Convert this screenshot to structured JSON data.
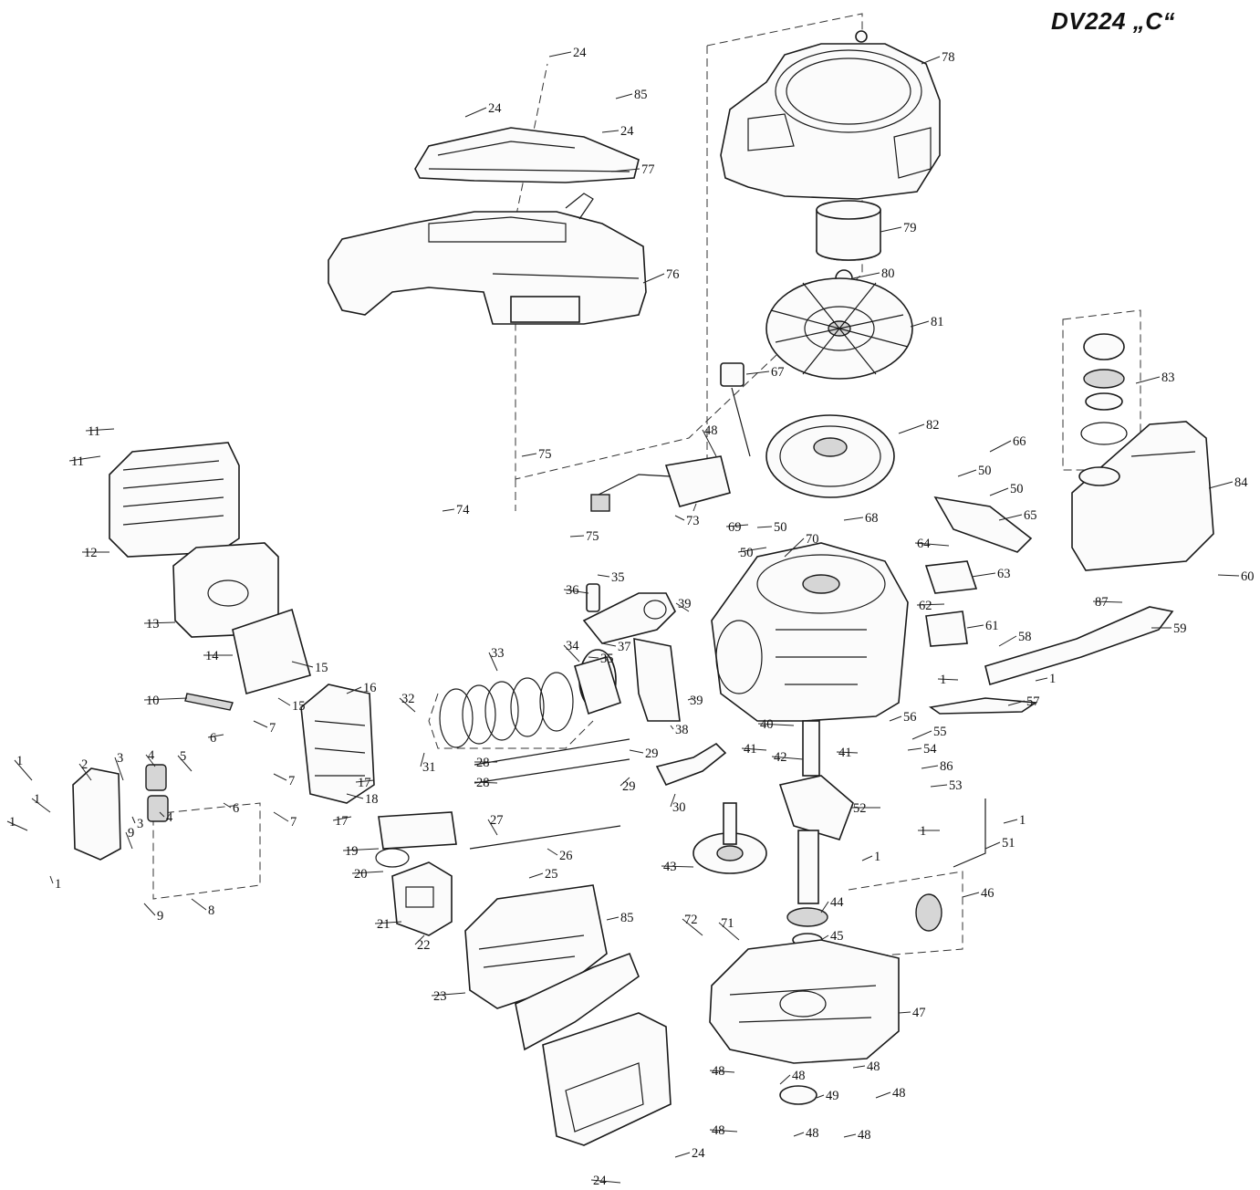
{
  "title": "DV224 „C“",
  "part_labels": [
    {
      "text": "24"
    },
    {
      "text": "85"
    },
    {
      "text": "24"
    },
    {
      "text": "24"
    },
    {
      "text": "77"
    },
    {
      "text": "76"
    },
    {
      "text": "78"
    },
    {
      "text": "79"
    },
    {
      "text": "80"
    },
    {
      "text": "81"
    },
    {
      "text": "67"
    },
    {
      "text": "82"
    },
    {
      "text": "83"
    },
    {
      "text": "84"
    },
    {
      "text": "66"
    },
    {
      "text": "50"
    },
    {
      "text": "50"
    },
    {
      "text": "65"
    },
    {
      "text": "68"
    },
    {
      "text": "69"
    },
    {
      "text": "50"
    },
    {
      "text": "50"
    },
    {
      "text": "64"
    },
    {
      "text": "63"
    },
    {
      "text": "60"
    },
    {
      "text": "62"
    },
    {
      "text": "61"
    },
    {
      "text": "87"
    },
    {
      "text": "59"
    },
    {
      "text": "58"
    },
    {
      "text": "1"
    },
    {
      "text": "1"
    },
    {
      "text": "57"
    },
    {
      "text": "56"
    },
    {
      "text": "55"
    },
    {
      "text": "54"
    },
    {
      "text": "86"
    },
    {
      "text": "53"
    },
    {
      "text": "52"
    },
    {
      "text": "1"
    },
    {
      "text": "1"
    },
    {
      "text": "51"
    },
    {
      "text": "1"
    },
    {
      "text": "46"
    },
    {
      "text": "47"
    },
    {
      "text": "48"
    },
    {
      "text": "48"
    },
    {
      "text": "48"
    },
    {
      "text": "49"
    },
    {
      "text": "48"
    },
    {
      "text": "48"
    },
    {
      "text": "48"
    },
    {
      "text": "48"
    },
    {
      "text": "24"
    },
    {
      "text": "24"
    },
    {
      "text": "72"
    },
    {
      "text": "71"
    },
    {
      "text": "44"
    },
    {
      "text": "45"
    },
    {
      "text": "43"
    },
    {
      "text": "40"
    },
    {
      "text": "41"
    },
    {
      "text": "42"
    },
    {
      "text": "41"
    },
    {
      "text": "70"
    },
    {
      "text": "39"
    },
    {
      "text": "39"
    },
    {
      "text": "38"
    },
    {
      "text": "35"
    },
    {
      "text": "36"
    },
    {
      "text": "37"
    },
    {
      "text": "35"
    },
    {
      "text": "34"
    },
    {
      "text": "33"
    },
    {
      "text": "32"
    },
    {
      "text": "31"
    },
    {
      "text": "28"
    },
    {
      "text": "29"
    },
    {
      "text": "28"
    },
    {
      "text": "29"
    },
    {
      "text": "30"
    },
    {
      "text": "27"
    },
    {
      "text": "26"
    },
    {
      "text": "25"
    },
    {
      "text": "85"
    },
    {
      "text": "23"
    },
    {
      "text": "21"
    },
    {
      "text": "22"
    },
    {
      "text": "20"
    },
    {
      "text": "19"
    },
    {
      "text": "17"
    },
    {
      "text": "18"
    },
    {
      "text": "17"
    },
    {
      "text": "16"
    },
    {
      "text": "15"
    },
    {
      "text": "15"
    },
    {
      "text": "14"
    },
    {
      "text": "13"
    },
    {
      "text": "12"
    },
    {
      "text": "11"
    },
    {
      "text": "11"
    },
    {
      "text": "10"
    },
    {
      "text": "7"
    },
    {
      "text": "7"
    },
    {
      "text": "7"
    },
    {
      "text": "6"
    },
    {
      "text": "6"
    },
    {
      "text": "5"
    },
    {
      "text": "4"
    },
    {
      "text": "4"
    },
    {
      "text": "3"
    },
    {
      "text": "3"
    },
    {
      "text": "2"
    },
    {
      "text": "1"
    },
    {
      "text": "1"
    },
    {
      "text": "1"
    },
    {
      "text": "1"
    },
    {
      "text": "9"
    },
    {
      "text": "9"
    },
    {
      "text": "8"
    },
    {
      "text": "75"
    },
    {
      "text": "74"
    },
    {
      "text": "75"
    },
    {
      "text": "73"
    },
    {
      "text": "48"
    }
  ]
}
